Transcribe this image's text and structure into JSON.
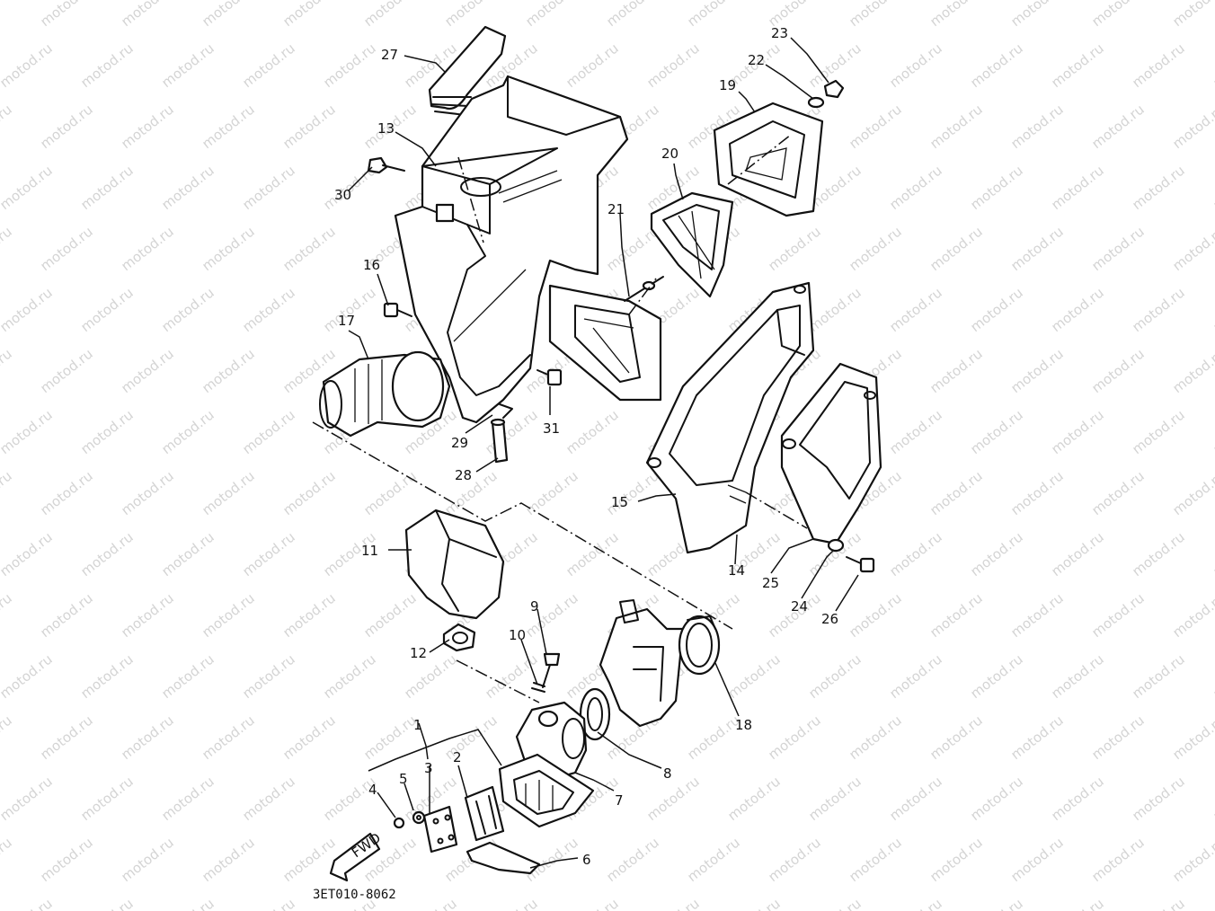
{
  "watermark": "motod.ru",
  "diagram_code": "3ET010-8062",
  "fwd_label": "FWD",
  "callouts": [
    "1",
    "2",
    "3",
    "4",
    "5",
    "6",
    "7",
    "8",
    "9",
    "10",
    "11",
    "12",
    "13",
    "14",
    "15",
    "16",
    "17",
    "18",
    "19",
    "20",
    "21",
    "22",
    "23",
    "24",
    "25",
    "26",
    "27",
    "28",
    "29",
    "30",
    "31"
  ]
}
